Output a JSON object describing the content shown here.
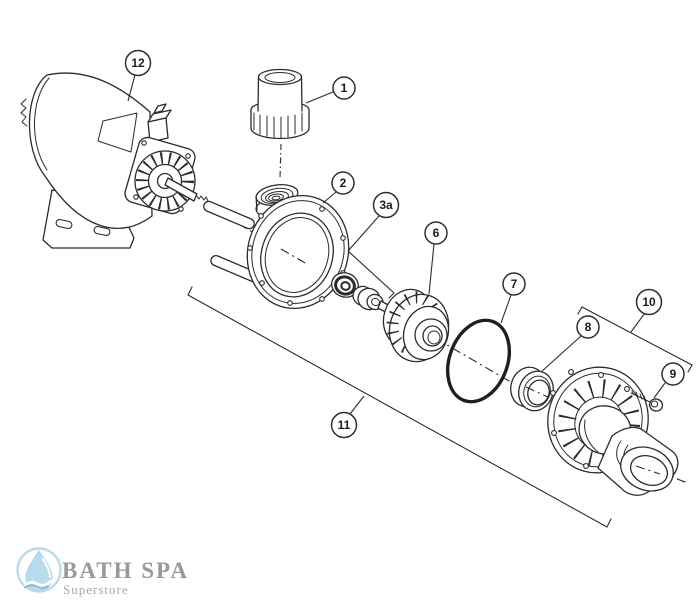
{
  "diagram": {
    "type": "exploded-parts-diagram",
    "callouts": {
      "c1": {
        "label": "1"
      },
      "c2": {
        "label": "2"
      },
      "c3a": {
        "label": "3a"
      },
      "c6": {
        "label": "6"
      },
      "c7": {
        "label": "7"
      },
      "c8": {
        "label": "8"
      },
      "c9": {
        "label": "9"
      },
      "c10": {
        "label": "10"
      },
      "c11": {
        "label": "11"
      },
      "c12": {
        "label": "12"
      }
    }
  },
  "logo": {
    "brand": "BATH SPA",
    "tagline": "Superstore",
    "colors": {
      "icon_blue": "#b8dcec",
      "icon_stroke": "#a9d2e4",
      "wave_blue": "#7fb9d6",
      "text_gray": "#999999"
    }
  },
  "canvas": {
    "background": "#ffffff",
    "line_color": "#2b2b2b"
  }
}
